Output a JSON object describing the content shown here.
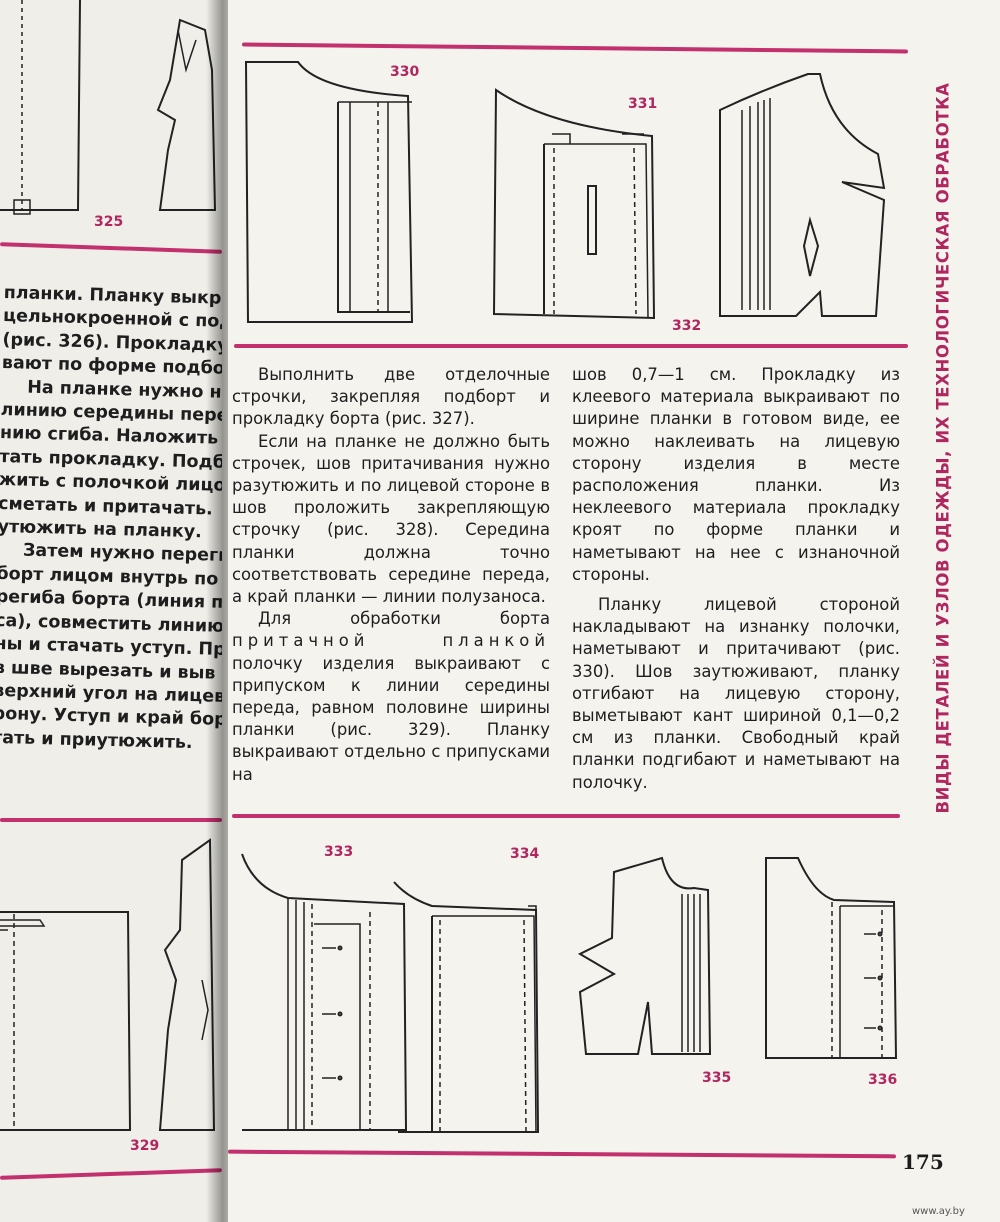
{
  "figures": {
    "f325": "325",
    "f329": "329",
    "f330": "330",
    "f331": "331",
    "f332": "332",
    "f333": "333",
    "f334": "334",
    "f335": "335",
    "f336": "336"
  },
  "left_column": [
    "планки. Планку выкр",
    "цельнокроенной с под",
    "(рис. 326). Прокладку",
    "вают по форме подбор",
    "На планке нужно н",
    "линию середины перед",
    "нию сгиба. Наложить",
    "тать прокладку. Подбо",
    "жить с полочкой лицом",
    "сметать и притачать.",
    "утюжить на планку.",
    "Затем нужно перегну",
    "борт лицом внутрь по л",
    "региба борта (линия по",
    "са), совместить линию п",
    "ны и стачать уступ. Про",
    "в шве вырезать и выв",
    "верхний угол на лицеву",
    "рону. Уступ и край борт",
    "тать и приутюжить."
  ],
  "middle_column": {
    "p1": "Выполнить две отделочные строчки, закрепляя подборт и прокладку борта (рис. 327).",
    "p2": "Если на планке не должно быть строчек, шов притачивания нужно разутюжить и по лицевой стороне в шов проложить закрепляющую строчку (рис. 328). Середина планки должна точно соответствовать середине переда, а край планки — линии полузаноса.",
    "p3_start": "Для обработки борта ",
    "p3_spaced": "притачной планкой",
    "p3_end": " полочку изделия выкраивают с припуском к линии середины переда, равном половине ширины планки (рис. 329). Планку выкраивают отдельно с припусками на"
  },
  "right_column": {
    "p1": "шов 0,7—1 см. Прокладку из клеевого материала выкраивают по ширине планки в готовом виде, ее можно наклеивать на лицевую сторону изделия в месте расположения планки. Из неклеевого материала прокладку кроят по форме планки и наметывают на нее с изнаночной стороны.",
    "p2": "Планку лицевой стороной накладывают на изнанку полочки, наметывают и притачивают (рис. 330). Шов заутюживают, планку отгибают на лицевую сторону, выметывают кант шириной 0,1—0,2 см из планки. Свободный край планки подгибают и наметывают на полочку."
  },
  "side_title": "ВИДЫ ДЕТАЛЕЙ И УЗЛОВ ОДЕЖДЫ, ИХ ТЕХНОЛОГИЧЕСКАЯ ОБРАБОТКА",
  "page_number": "175",
  "watermark": "www.ay.by",
  "colors": {
    "accent": "#c2306d",
    "text": "#1e1e1e",
    "paper": "#f4f3ee"
  }
}
